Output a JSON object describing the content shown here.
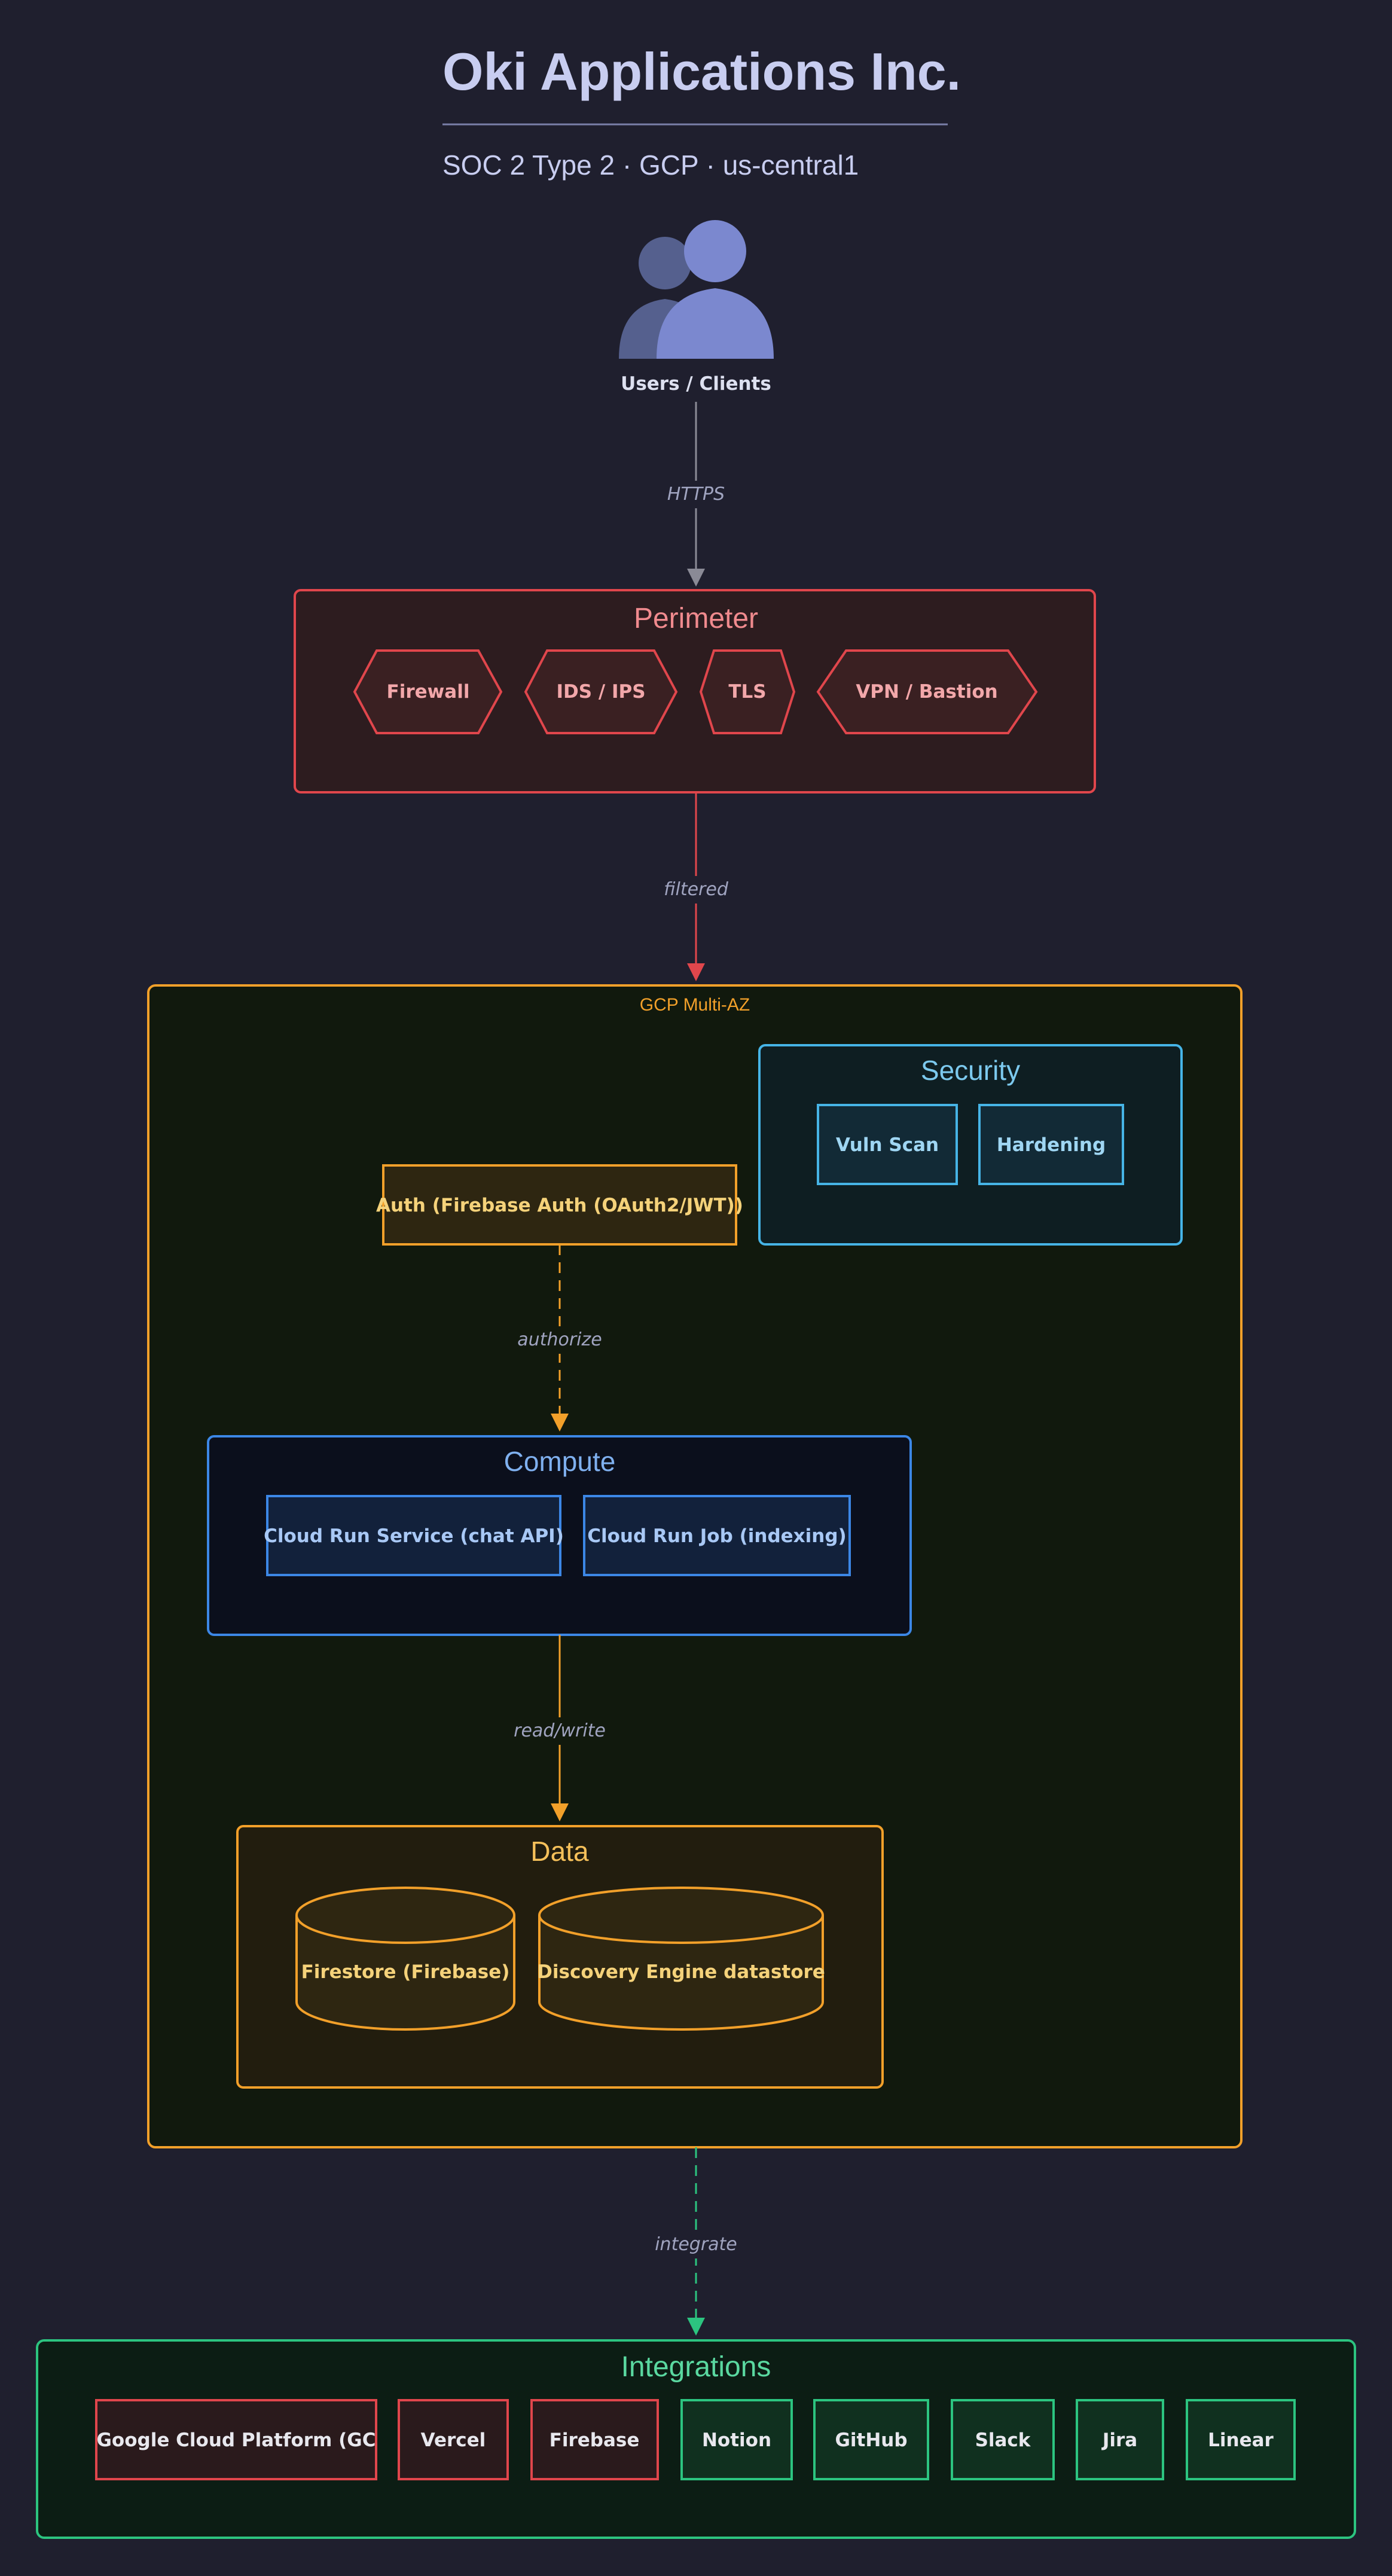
{
  "header": {
    "title": "Oki Applications Inc.",
    "subtitle": "SOC 2 Type 2 · GCP · us-central1"
  },
  "users": {
    "label": "Users / Clients"
  },
  "edges": {
    "https": "HTTPS",
    "filtered": "filtered",
    "authorize": "authorize",
    "read_write": "read/write",
    "integrate": "integrate"
  },
  "perimeter": {
    "title": "Perimeter",
    "items": [
      "Firewall",
      "IDS / IPS",
      "TLS",
      "VPN / Bastion"
    ]
  },
  "gcp": {
    "label": "GCP Multi-AZ"
  },
  "security": {
    "title": "Security",
    "items": [
      "Vuln Scan",
      "Hardening"
    ]
  },
  "auth": {
    "label": "Auth (Firebase Auth (OAuth2/JWT))"
  },
  "compute": {
    "title": "Compute",
    "items": [
      "Cloud Run Service (chat API)",
      "Cloud Run Job (indexing)"
    ]
  },
  "data_tier": {
    "title": "Data",
    "items": [
      "Firestore (Firebase)",
      "Discovery Engine datastore"
    ]
  },
  "integrations": {
    "title": "Integrations",
    "items": [
      "Google Cloud Platform (GC",
      "Vercel",
      "Firebase",
      "Notion",
      "GitHub",
      "Slack",
      "Jira",
      "Linear"
    ]
  },
  "colors": {
    "background": "#1f1f2e",
    "perimeter": "#e0464c",
    "gcp": "#f2a02a",
    "security": "#46b4e6",
    "compute": "#3c87e6",
    "data": "#f2a02a",
    "integrations": "#2cc480",
    "users": "#7b88cf"
  }
}
